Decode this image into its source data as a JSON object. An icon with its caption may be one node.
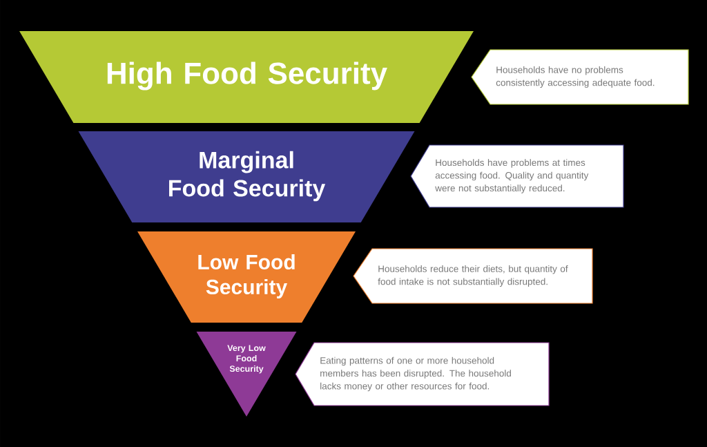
{
  "diagram": {
    "nodes": [
      {
        "text": [
          "High Food Security"
        ]
      },
      {
        "text": [
          "Marginal Food Security"
        ]
      },
      {
        "text": [
          "Low Food Security"
        ]
      },
      {
        "text": [
          "Very Low Food Security"
        ]
      },
      {
        "text": [
          "Households have no problems consistently accessing adequate food."
        ]
      },
      {
        "text": [
          "Households have problems at times accessing food. Quality and quantity were not substantially reduced."
        ]
      },
      {
        "text": [
          "Households reduce their diets, but quantity of food intake is not substantially disrupted."
        ]
      },
      {
        "text": [
          "Eating patterns of one or more household members has been disrupted. The household lacks money or other resources for food."
        ]
      }
    ]
  }
}
